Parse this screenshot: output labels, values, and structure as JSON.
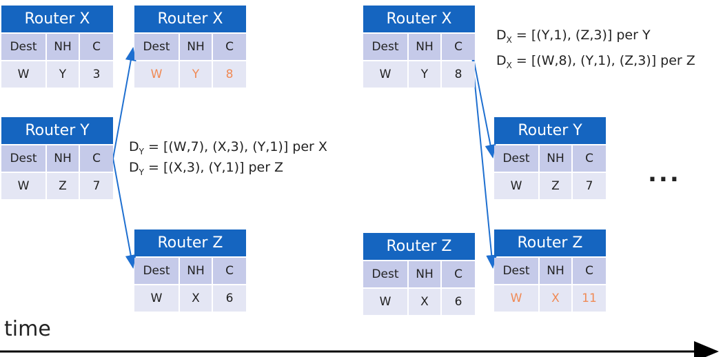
{
  "columns": {
    "dest": "Dest",
    "nh": "NH",
    "c": "C"
  },
  "tables": {
    "x1": {
      "title": "Router X",
      "row": {
        "dest": "W",
        "nh": "Y",
        "c": "3"
      }
    },
    "x2": {
      "title": "Router X",
      "row": {
        "dest": "W",
        "nh": "Y",
        "c": "8"
      }
    },
    "y1": {
      "title": "Router Y",
      "row": {
        "dest": "W",
        "nh": "Z",
        "c": "7"
      }
    },
    "z1": {
      "title": "Router Z",
      "row": {
        "dest": "W",
        "nh": "X",
        "c": "6"
      }
    },
    "x3": {
      "title": "Router X",
      "row": {
        "dest": "W",
        "nh": "Y",
        "c": "8"
      }
    },
    "y2": {
      "title": "Router Y",
      "row": {
        "dest": "W",
        "nh": "Z",
        "c": "7"
      }
    },
    "z2": {
      "title": "Router Z",
      "row": {
        "dest": "W",
        "nh": "X",
        "c": "6"
      }
    },
    "z3": {
      "title": "Router Z",
      "row": {
        "dest": "W",
        "nh": "X",
        "c": "11"
      }
    }
  },
  "vectors": {
    "dy_x": {
      "sym": "D",
      "sub": "Y",
      "text": " = [(W,7), (X,3), (Y,1)] per X"
    },
    "dy_z": {
      "sym": "D",
      "sub": "Y",
      "text": " = [(X,3), (Y,1)] per Z"
    },
    "dx_y": {
      "sym": "D",
      "sub": "X",
      "text": " = [(Y,1), (Z,3)] per Y"
    },
    "dx_z": {
      "sym": "D",
      "sub": "X",
      "text": " = [(W,8), (Y,1), (Z,3)] per Z"
    }
  },
  "ellipsis": "...",
  "time_label": "time",
  "colors": {
    "header": "#1565c0",
    "col_header": "#c5cae9",
    "cell": "#e4e6f4",
    "changed": "#f08a55",
    "arrow": "#1e6fd0"
  }
}
